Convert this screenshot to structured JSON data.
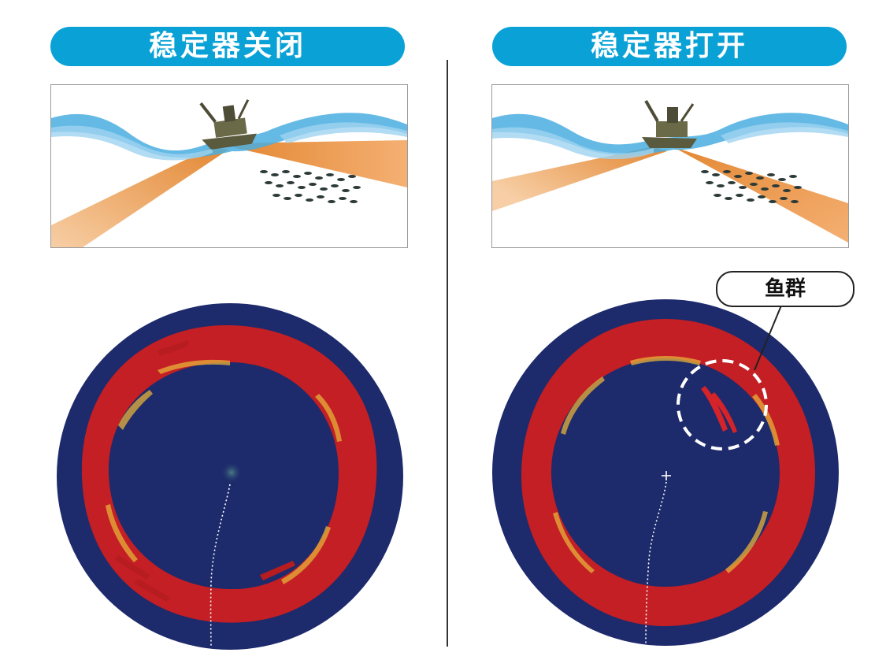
{
  "panels": {
    "left": {
      "title": "稳定器关闭"
    },
    "right": {
      "title": "稳定器打开"
    }
  },
  "callout": {
    "label": "鱼群"
  },
  "colors": {
    "pill": "#0aa2d6",
    "sonar_bg": "#1d2a6b",
    "echo_ring": "#c31f24",
    "beam": "#f08a2a",
    "wave": "#2f9bd6",
    "highlight": "#f2d23a"
  }
}
